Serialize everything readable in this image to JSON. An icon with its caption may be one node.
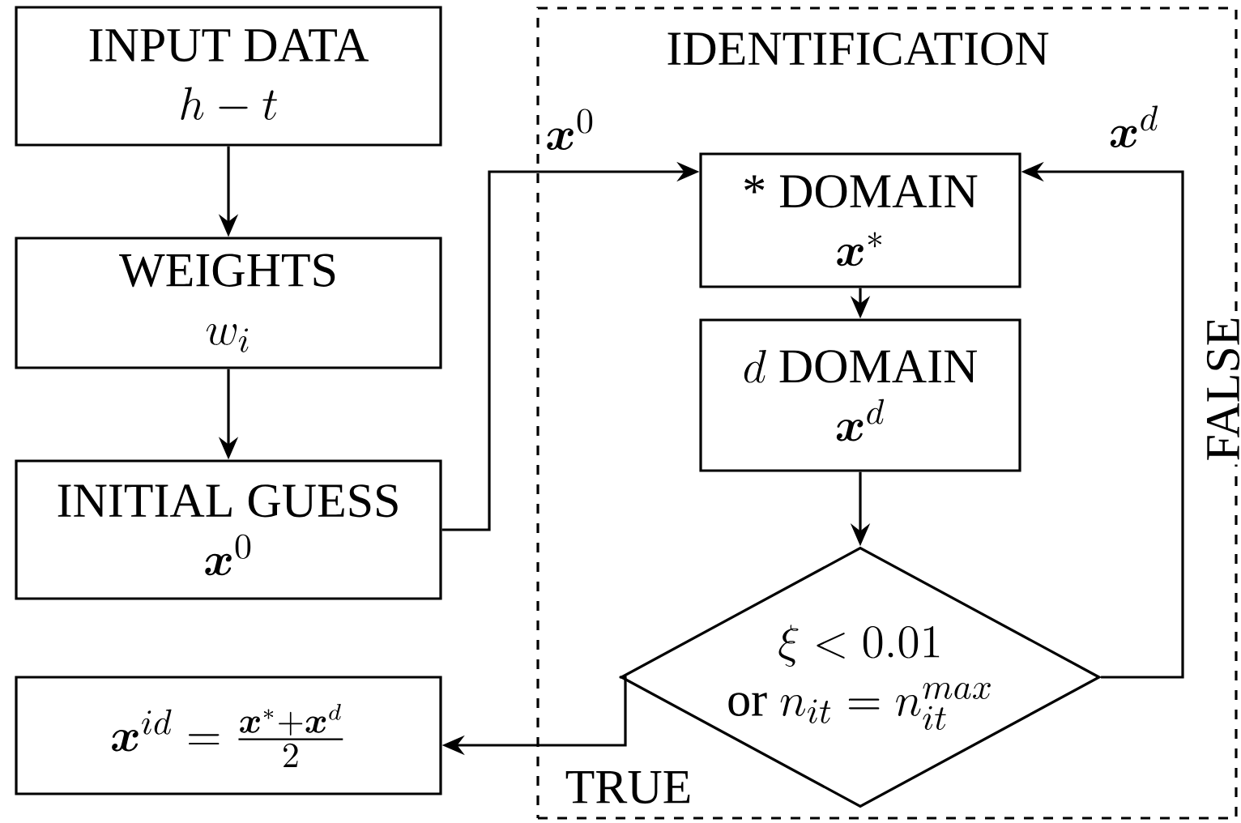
{
  "diagram": {
    "nodes": [
      {
        "text": [
          "INPUT DATA",
          "h-t"
        ]
      },
      {
        "text": [
          "WEIGHTS",
          "w_i"
        ]
      },
      {
        "text": [
          "INITIAL GUESS",
          "\\boldsymbol{x}^0"
        ]
      },
      {
        "text": [
          "IDENTIFICATION"
        ]
      },
      {
        "text": [
          "* DOMAIN",
          "\\boldsymbol{x}^*"
        ],
        "in": 3
      },
      {
        "text": [
          "d\\text{ DOMAIN}",
          "\\boldsymbol{x}^d"
        ],
        "in": 3
      },
      {
        "text": [
          "\\xi < 0.01",
          "\\text{or } n_{it} = n_{it}^{max}"
        ],
        "in": 3
      },
      {
        "text": [
          "\\boldsymbol{x}^{id} = \\frac{\\boldsymbol{x}^* + \\boldsymbol{x}^d}{2}"
        ]
      }
    ],
    "edges": [
      {
        "from": 0,
        "to": 1,
        "arrow": "to"
      },
      {
        "from": 1,
        "to": 2,
        "arrow": "to"
      },
      {
        "from": 2,
        "to": 4,
        "arrow": "to",
        "label": "\\boldsymbol{x}^0"
      },
      {
        "from": 4,
        "to": 5,
        "arrow": "to"
      },
      {
        "from": 5,
        "to": 6,
        "arrow": "to"
      },
      {
        "from": 6,
        "to": 4,
        "arrow": "to",
        "label": "FALSE"
      },
      {
        "from": 6,
        "to": 7,
        "arrow": "to",
        "label": "TRUE"
      }
    ],
    "labels": [
      "\\boldsymbol{x}^d"
    ]
  }
}
